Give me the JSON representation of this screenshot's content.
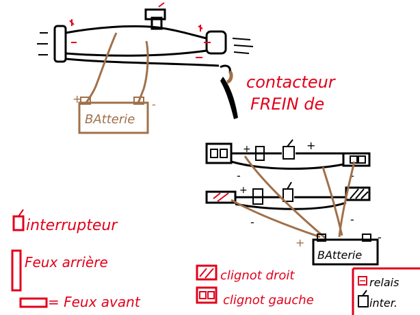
{
  "labels": {
    "battery_top": "BAtterie",
    "battery_bottom": "BAtterie",
    "brake_switch": "contacteur FREIN de",
    "legend_switch": "interrupteur",
    "legend_rear": "Feux arrière",
    "legend_front": "= Feux avant",
    "legend_blink_right": "clignot droit",
    "legend_blink_left": "clignot gauche",
    "legend_relay": "relais",
    "legend_inter": "inter."
  },
  "signs": {
    "plus": "+",
    "minus": "-"
  },
  "colors": {
    "ink": "#000000",
    "red": "#e2001a",
    "wire_brown": "#a0704a"
  }
}
